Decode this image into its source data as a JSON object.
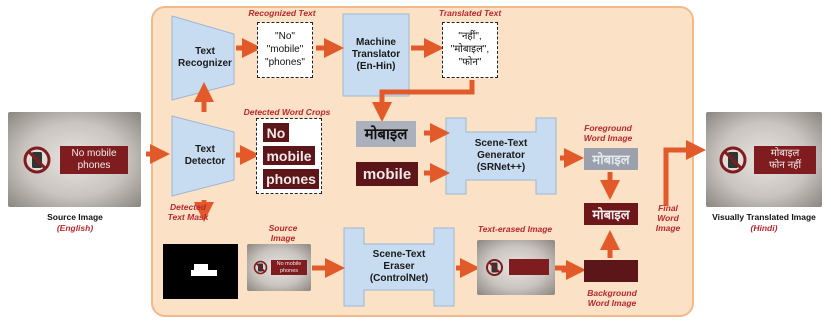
{
  "pipeline": {
    "text_recognizer": [
      "Text",
      "Recognizer"
    ],
    "machine_translator": [
      "Machine",
      "Translator",
      "(En-Hin)"
    ],
    "text_detector": [
      "Text",
      "Detector"
    ],
    "scene_text_generator": [
      "Scene-Text",
      "Generator",
      "(SRNet++)"
    ],
    "scene_text_eraser": [
      "Scene-Text",
      "Eraser",
      "(ControlNet)"
    ]
  },
  "titles": {
    "recognized_text": "Recognized Text",
    "translated_text": "Translated Text",
    "detected_word_crops": "Detected Word Crops",
    "foreground_word_image": [
      "Foreground",
      "Word Image"
    ],
    "detected_text_mask": [
      "Detected",
      "Text Mask"
    ],
    "source_image_small": [
      "Source",
      "Image"
    ],
    "text_erased_image": "Text-erased Image",
    "background_word_image": [
      "Background",
      "Word Image"
    ],
    "final_word_image": [
      "Final",
      "Word",
      "Image"
    ]
  },
  "recognized_words": [
    "\"No\"",
    "\"mobile\"",
    "\"phones\""
  ],
  "translated_words": [
    "\"नहीं\",",
    "\"मोबाइल\",",
    "\"फोन\""
  ],
  "word_crops": [
    "No",
    "mobile",
    "phones"
  ],
  "generator_inputs": {
    "hindi_word": "मोबाइल",
    "english_word": "mobile"
  },
  "foreground_word": "मोबाइल",
  "final_word": "मोबाइल",
  "source_sign": [
    "No mobile",
    "phones"
  ],
  "small_source_sign": [
    "No mobile",
    "phones"
  ],
  "output_sign": [
    "मोबाइल",
    "फोन नहीं"
  ],
  "captions": {
    "source_image": "Source Image",
    "source_language": "(English)",
    "output_image": "Visually Translated Image",
    "output_language": "(Hindi)"
  },
  "colors": {
    "arrow": "#e25a2a",
    "block": "#c7dcf1",
    "panel": "#fbe1c6",
    "panel_border": "#f3b98a",
    "sign_red": "#7e1c1f",
    "title_red": "#b7282e"
  }
}
